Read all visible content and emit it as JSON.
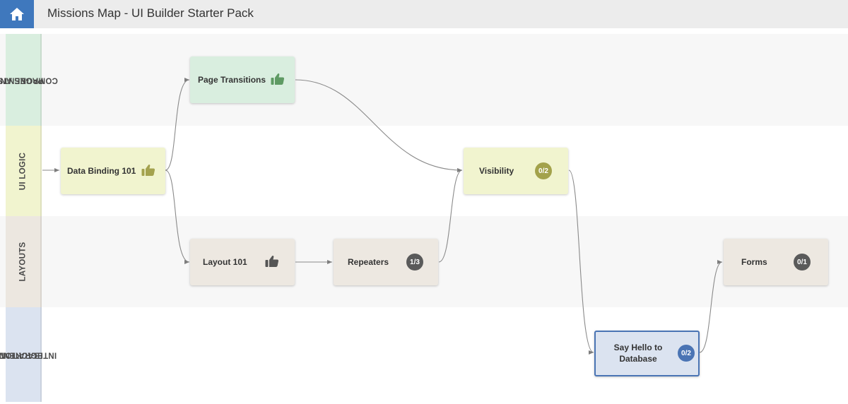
{
  "header": {
    "title": "Missions Map - UI Builder Starter Pack",
    "home_icon": "home-icon"
  },
  "lanes": [
    {
      "label_line1": "PAGES AND",
      "label_line2": "COMPONENTS"
    },
    {
      "label_line1": "UI LOGIC",
      "label_line2": ""
    },
    {
      "label_line1": "LAYOUTS",
      "label_line2": ""
    },
    {
      "label_line1": "BACKEND",
      "label_line2": "INTEGRATION"
    }
  ],
  "missions": {
    "page_transitions": {
      "label": "Page Transitions",
      "status": "completed",
      "icon": "thumbs-up-icon"
    },
    "data_binding_101": {
      "label": "Data Binding 101",
      "status": "completed",
      "icon": "thumbs-up-icon"
    },
    "visibility": {
      "label": "Visibility",
      "progress": "0/2"
    },
    "layout_101": {
      "label": "Layout 101",
      "status": "completed",
      "icon": "thumbs-up-icon"
    },
    "repeaters": {
      "label": "Repeaters",
      "progress": "1/3"
    },
    "forms": {
      "label": "Forms",
      "progress": "0/1"
    },
    "say_hello": {
      "label_line1": "Say Hello to",
      "label_line2": "Database",
      "progress": "0/2"
    }
  },
  "colors": {
    "brand": "#3f78bd",
    "pages_lane": "#d9eedf",
    "ui_logic_lane": "#f1f4cf",
    "layouts_lane": "#ece7e0",
    "backend_lane": "#dbe3f0",
    "thumb_green": "#5e9a63",
    "thumb_olive": "#a4a24e",
    "thumb_dark": "#555555",
    "badge_olive": "#a3a24b",
    "badge_dark": "#5a5a5a",
    "badge_blue": "#4a74b4"
  }
}
